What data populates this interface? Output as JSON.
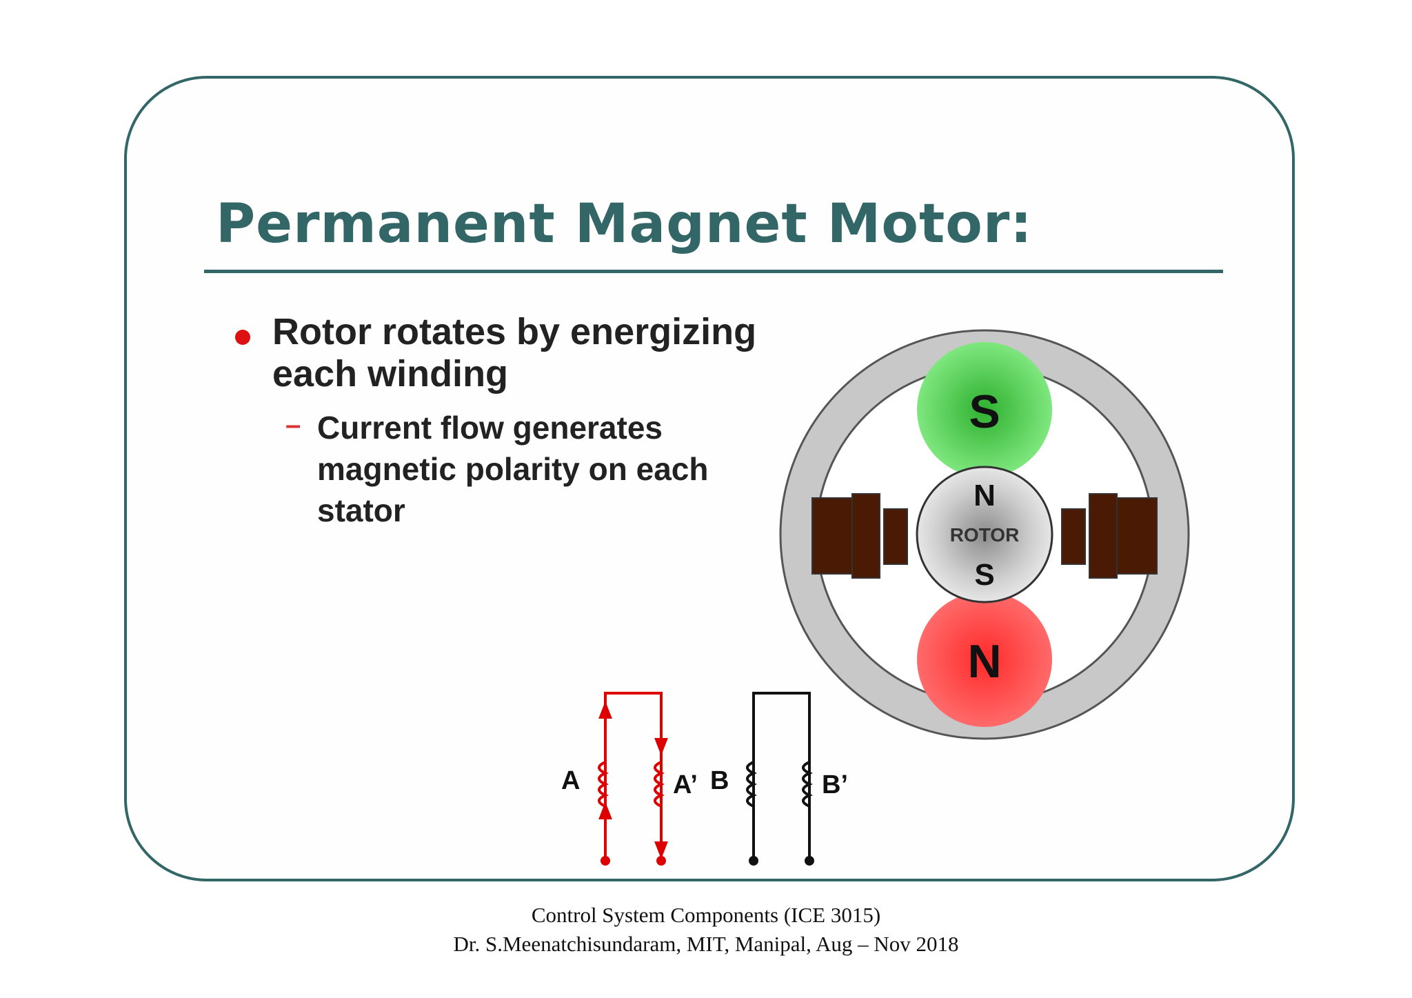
{
  "slide": {
    "title": "Permanent Magnet Motor:",
    "bullet": "Rotor rotates by energizing each winding",
    "sub_bullet": "Current flow generates magnetic polarity on each stator"
  },
  "diagram": {
    "stator_top_pole": "S",
    "stator_bottom_pole": "N",
    "rotor_north": "N",
    "rotor_label": "ROTOR",
    "rotor_south": "S",
    "winding_a": "A",
    "winding_a_prime": "A’",
    "winding_b": "B",
    "winding_b_prime": "B’",
    "colors": {
      "top_pole": "#4fd24f",
      "bottom_pole": "#ff3b3b",
      "active_winding": "#dd0000",
      "coil": "#4a1a05",
      "stator_ring": "#c8c8c8"
    }
  },
  "footer": {
    "line1": "Control System Components (ICE 3015)",
    "line2": "Dr. S.Meenatchisundaram, MIT, Manipal, Aug – Nov 2018"
  },
  "accent_color": "#336666"
}
